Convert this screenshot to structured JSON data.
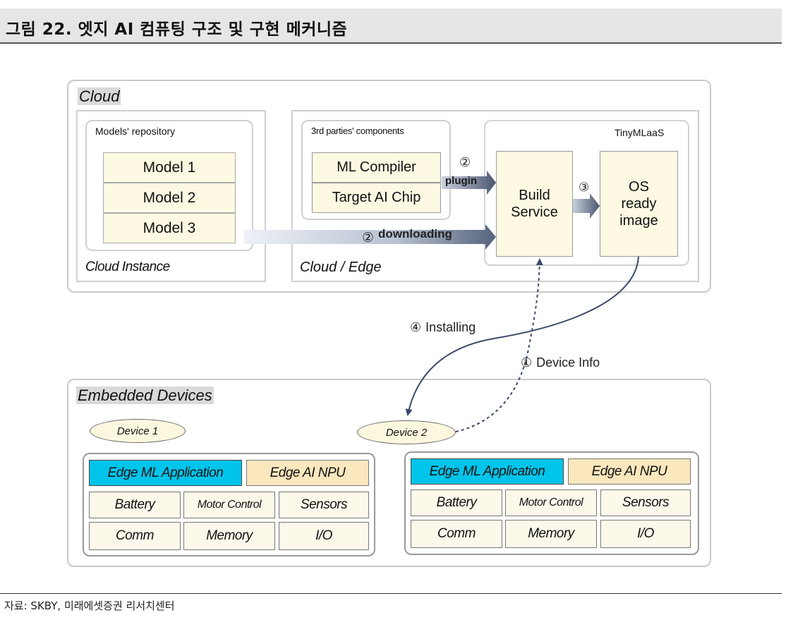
{
  "figure": {
    "title": "그림 22. 엣지 AI 컴퓨팅 구조 및 구현 메커니즘",
    "source": "자료: SKBY, 미래에셋증권 리서치센터"
  },
  "cloud": {
    "heading": "Cloud",
    "cloud_instance": {
      "label": "Cloud Instance",
      "repository_label": "Models' repository",
      "models": [
        "Model 1",
        "Model 2",
        "Model 3"
      ]
    },
    "cloud_edge": {
      "label": "Cloud / Edge",
      "components_label": "3rd parties' components",
      "components": [
        "ML Compiler",
        "Target AI Chip"
      ],
      "tinymlaas": {
        "label": "TinyMLaaS",
        "build_service": [
          "Build",
          "Service"
        ],
        "os_image": [
          "OS",
          "ready",
          "image"
        ]
      }
    }
  },
  "arrows": {
    "plugin": {
      "num": "②",
      "text": "plugin"
    },
    "downloading": {
      "num": "②",
      "text": "downloading"
    },
    "step3": {
      "num": "③"
    },
    "installing": {
      "num": "④",
      "text": "Installing"
    },
    "device_info": {
      "num": "①",
      "text": "Device Info"
    }
  },
  "embedded": {
    "heading": "Embedded Devices",
    "devices": [
      {
        "name": "Device 1",
        "top_row": [
          "Edge ML Application",
          "Edge AI NPU"
        ],
        "rows": [
          [
            "Battery",
            "Motor Control",
            "Sensors"
          ],
          [
            "Comm",
            "Memory",
            "I/O"
          ]
        ]
      },
      {
        "name": "Device 2",
        "top_row": [
          "Edge ML Application",
          "Edge AI NPU"
        ],
        "rows": [
          [
            "Battery",
            "Motor Control",
            "Sensors"
          ],
          [
            "Comm",
            "Memory",
            "I/O"
          ]
        ]
      }
    ]
  },
  "colors": {
    "app_blue": "#00c4ea",
    "npu_tan": "#fbe7be",
    "cream": "#fdf9e2",
    "arrow_navy": "#3a4a6b"
  }
}
